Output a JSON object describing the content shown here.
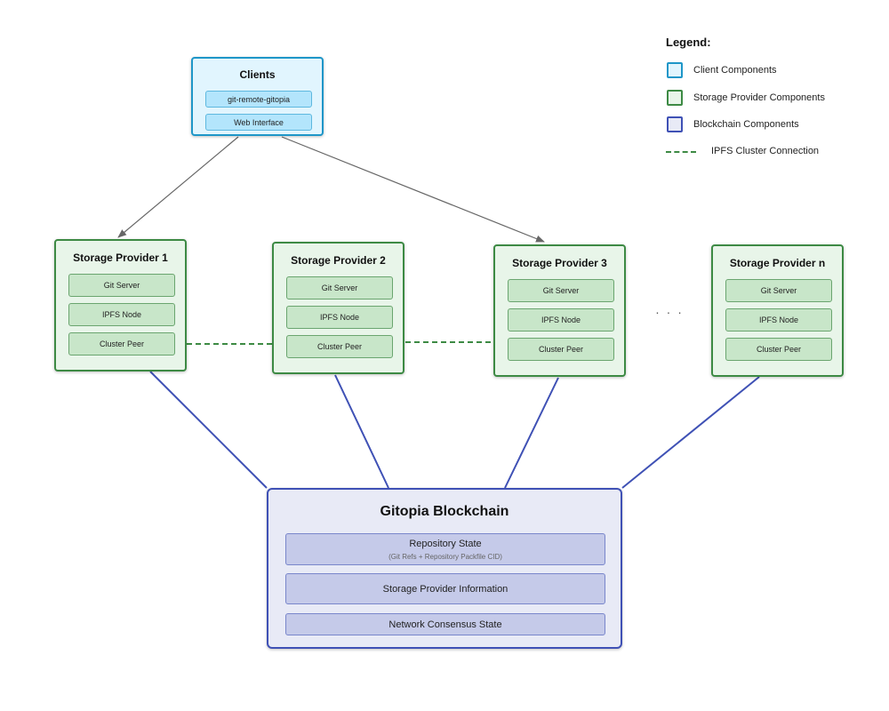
{
  "clients": {
    "title": "Clients",
    "items": [
      "git-remote-gitopia",
      "Web Interface"
    ]
  },
  "providers": [
    {
      "title": "Storage Provider 1",
      "items": [
        "Git Server",
        "IPFS Node",
        "Cluster Peer"
      ]
    },
    {
      "title": "Storage Provider 2",
      "items": [
        "Git Server",
        "IPFS Node",
        "Cluster Peer"
      ]
    },
    {
      "title": "Storage Provider 3",
      "items": [
        "Git Server",
        "IPFS Node",
        "Cluster Peer"
      ]
    },
    {
      "title": "Storage Provider n",
      "items": [
        "Git Server",
        "IPFS Node",
        "Cluster Peer"
      ]
    }
  ],
  "ellipsis": "·  ·  ·",
  "blockchain": {
    "title": "Gitopia Blockchain",
    "repo_state": "Repository State",
    "repo_state_sub": "(Git Refs + Repository Packfile CID)",
    "provider_info": "Storage Provider Information",
    "consensus": "Network Consensus State"
  },
  "legend": {
    "title": "Legend:",
    "client": "Client Components",
    "storage": "Storage Provider Components",
    "blockchain": "Blockchain Components",
    "ipfs": "IPFS Cluster Connection"
  },
  "colors": {
    "client_fill": "#e1f5fe",
    "client_border": "#1e96c8",
    "storage_fill": "#e8f5e9",
    "storage_border": "#3d8a44",
    "blockchain_fill": "#e8eaf6",
    "blockchain_border": "#3f51b5",
    "arrow": "#666666"
  }
}
